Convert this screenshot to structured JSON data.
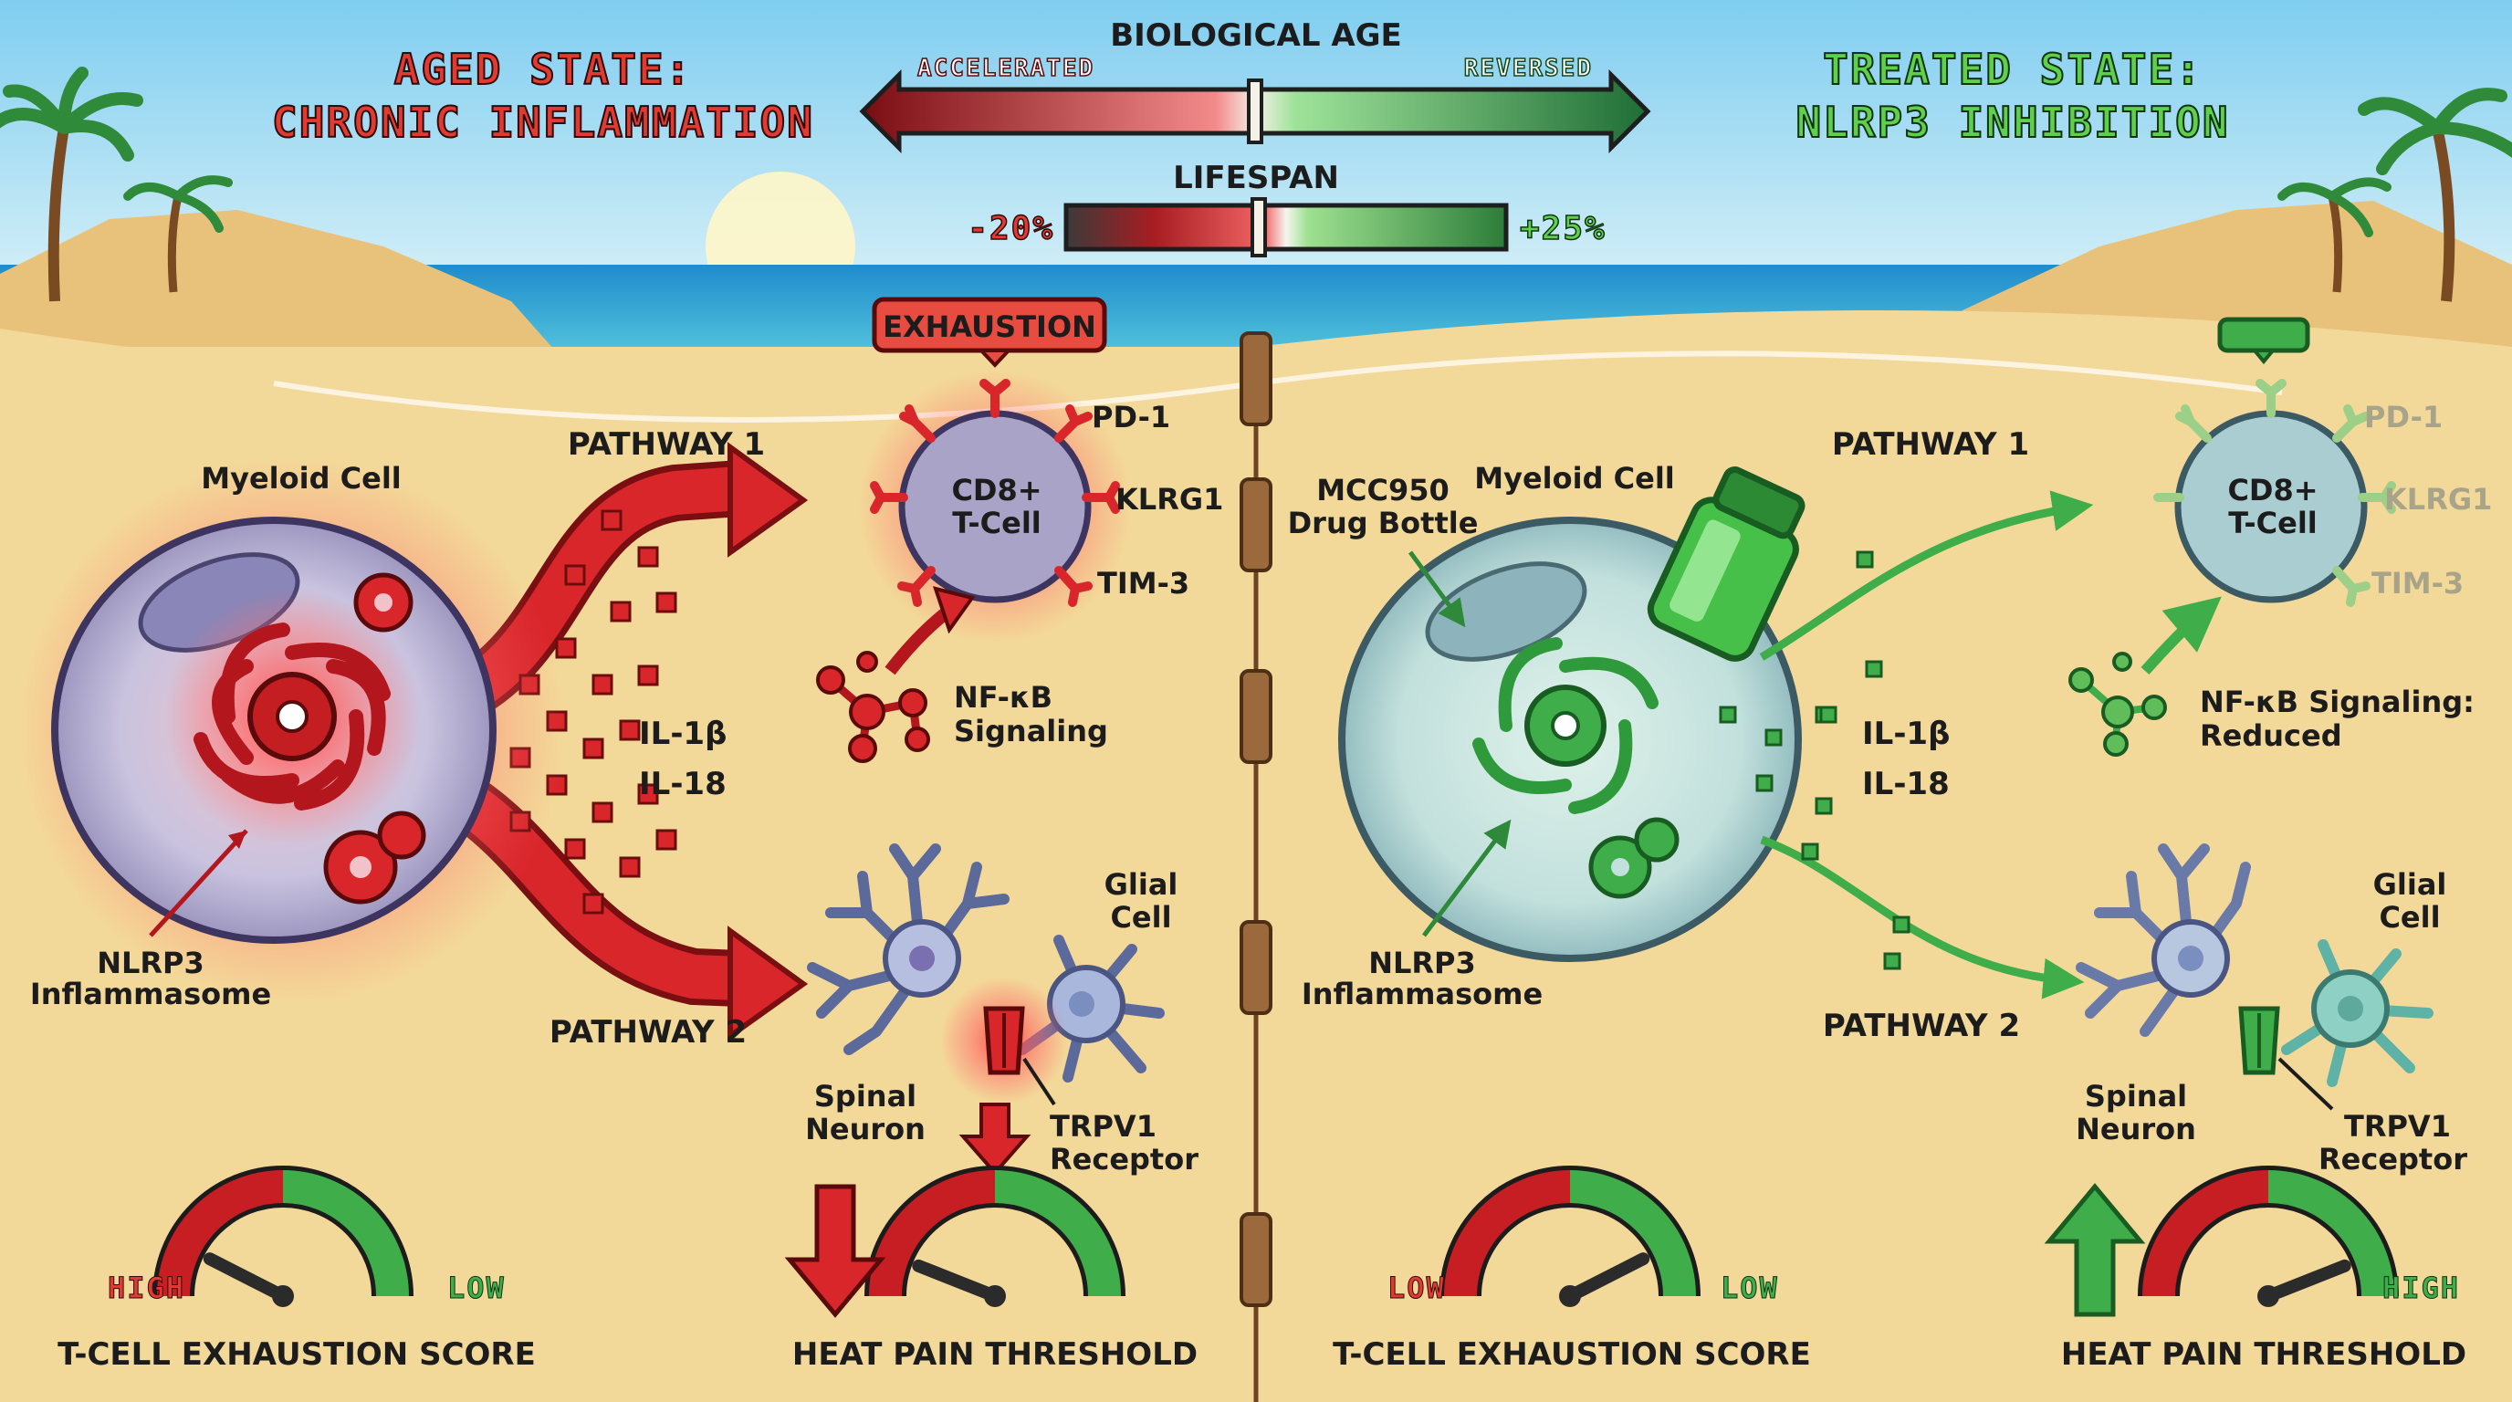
{
  "left_title": {
    "line1": "AGED STATE:",
    "line2": "CHRONIC INFLAMMATION"
  },
  "right_title": {
    "line1": "TREATED STATE:",
    "line2": "NLRP3 INHIBITION"
  },
  "biological_age": {
    "title": "BIOLOGICAL AGE",
    "left_label": "ACCELERATED",
    "right_label": "REVERSED"
  },
  "lifespan": {
    "title": "LIFESPAN",
    "min_label": "-20%",
    "max_label": "+25%"
  },
  "aged": {
    "exhaustion_badge": "EXHAUSTION",
    "myeloid_label": "Myeloid Cell",
    "nlrp3_line1": "NLRP3",
    "nlrp3_line2": "Inflammasome",
    "pathway1": "PATHWAY 1",
    "pathway2": "PATHWAY 2",
    "cytokine1": "IL-1β",
    "cytokine2": "IL-18",
    "tcell_line1": "CD8+",
    "tcell_line2": "T-Cell",
    "marker1": "PD-1",
    "marker2": "KLRG1",
    "marker3": "TIM-3",
    "nfkb_line1": "NF-κB",
    "nfkb_line2": "Signaling",
    "glial_line1": "Glial",
    "glial_line2": "Cell",
    "spinal_line1": "Spinal",
    "spinal_line2": "Neuron",
    "trpv1_line1": "TRPV1",
    "trpv1_line2": "Receptor",
    "gauge1": {
      "title": "T-CELL EXHAUSTION SCORE",
      "left": "HIGH",
      "right": "LOW",
      "level": 0.15
    },
    "gauge2": {
      "title": "HEAT PAIN THRESHOLD",
      "level": 0.12
    }
  },
  "treated": {
    "drug_line1": "MCC950",
    "drug_line2": "Drug Bottle",
    "myeloid_label": "Myeloid Cell",
    "nlrp3_line1": "NLRP3",
    "nlrp3_line2": "Inflammasome",
    "pathway1": "PATHWAY 1",
    "pathway2": "PATHWAY 2",
    "cytokine1": "IL-1β",
    "cytokine2": "IL-18",
    "tcell_line1": "CD8+",
    "tcell_line2": "T-Cell",
    "marker1": "PD-1",
    "marker2": "KLRG1",
    "marker3": "TIM-3",
    "nfkb_line1": "NF-κB Signaling:",
    "nfkb_line2": "Reduced",
    "glial_line1": "Glial",
    "glial_line2": "Cell",
    "spinal_line1": "Spinal",
    "spinal_line2": "Neuron",
    "trpv1_line1": "TRPV1",
    "trpv1_line2": "Receptor",
    "gauge1": {
      "title": "T-CELL EXHAUSTION SCORE",
      "left": "LOW",
      "right": "LOW",
      "level": 0.85
    },
    "gauge2": {
      "title": "HEAT PAIN THRESHOLD",
      "right": "HIGH",
      "level": 0.88
    }
  },
  "colors": {
    "aged": "#d9262b",
    "treated": "#3fae4a",
    "sand": "#f3d999",
    "sky": "#8fd3f0",
    "sea": "#2a9fd6"
  }
}
